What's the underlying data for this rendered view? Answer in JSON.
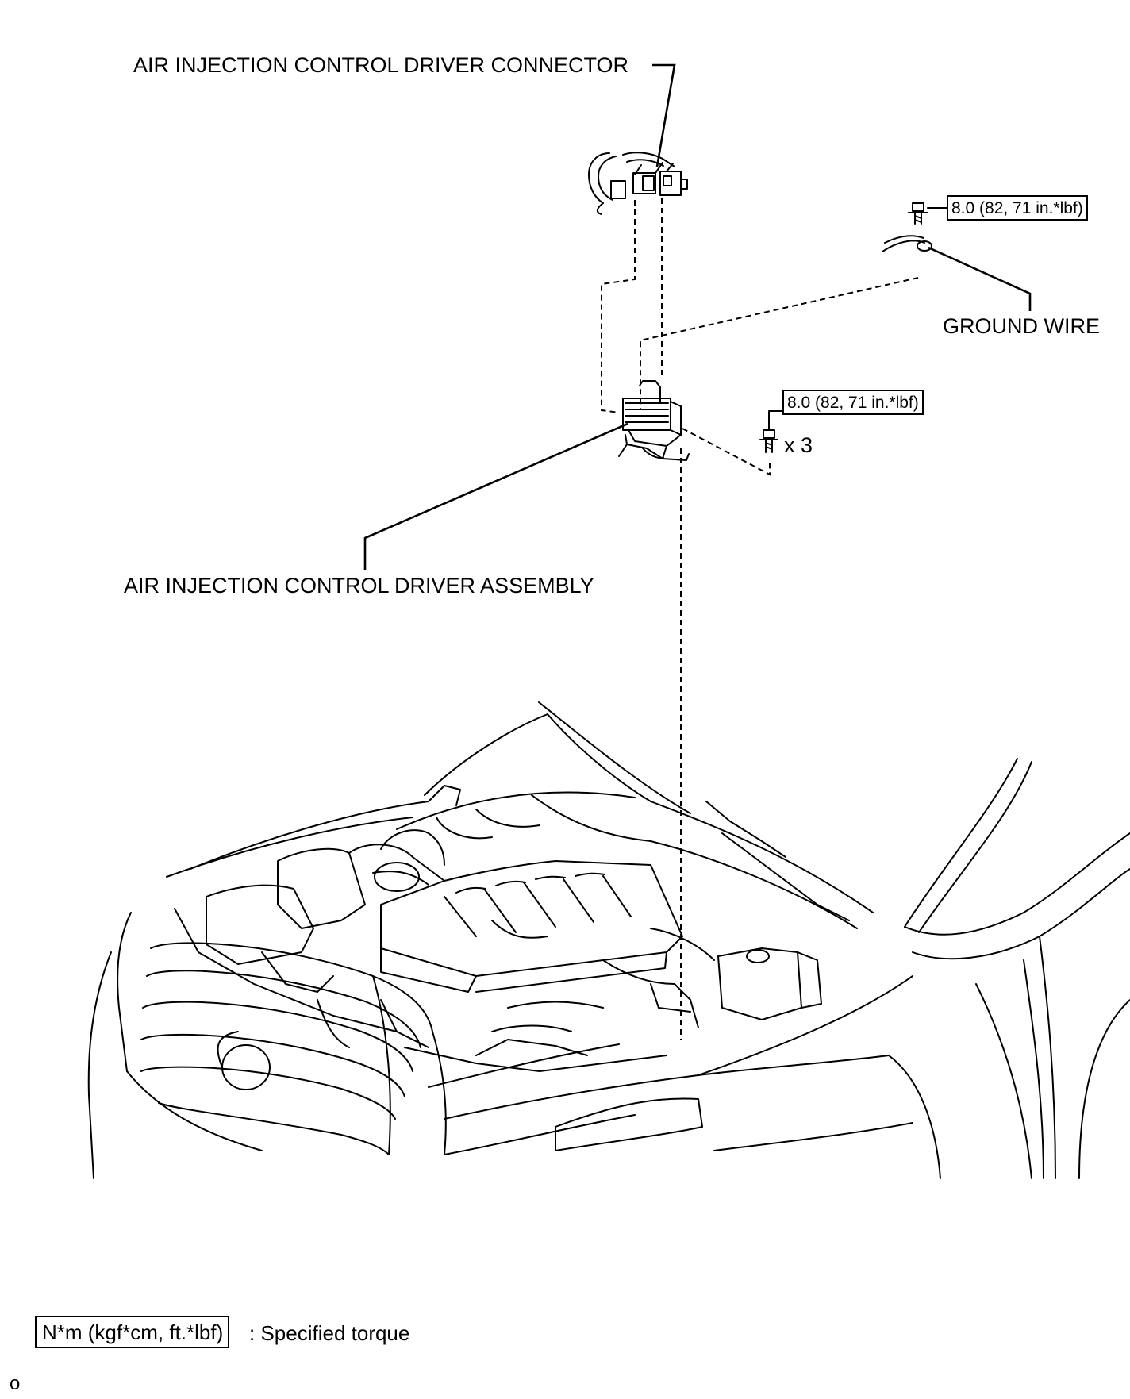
{
  "labels": {
    "connector": "AIR INJECTION CONTROL DRIVER CONNECTOR",
    "assembly": "AIR INJECTION CONTROL DRIVER ASSEMBLY",
    "ground_wire": "GROUND WIRE",
    "bolt_qty": "x 3"
  },
  "torques": {
    "ground_bolt": "8.0 (82, 71 in.*lbf)",
    "driver_bolts": "8.0 (82, 71 in.*lbf)"
  },
  "legend": {
    "unit": "N*m (kgf*cm, ft.*lbf)",
    "description": ": Specified torque"
  },
  "footer_code": "o"
}
